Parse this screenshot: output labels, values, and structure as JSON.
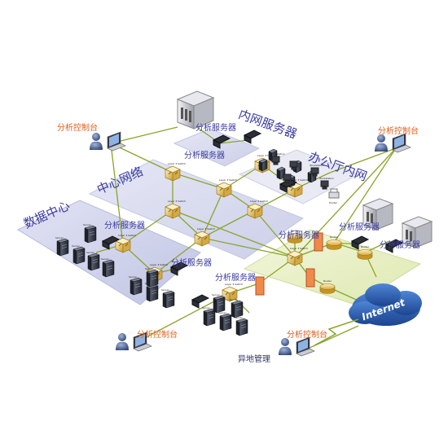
{
  "colors": {
    "link": "#8aa52a",
    "orange_label": "#e0601e",
    "region_label": "#3a3aa0",
    "zone_fill": "#c9cbe6",
    "zone_stroke": "#a9acd4",
    "switch": "#e3c86a",
    "router": "#e7c457",
    "firewall": "#f08a4b",
    "server": "#2e3340",
    "cloud": "#2b5fb0"
  },
  "labels": {
    "analysis_server": "分析服务器",
    "analysis_console": "分析控制台",
    "datacenter": "数据中心",
    "core_network": "中心网络",
    "intranet_server": "内网服务器",
    "office_lan": "办公厅内网",
    "remote_mgmt": "异地管理",
    "internet": "Internet"
  },
  "device_text": {
    "switch": "Layer 3 Switch",
    "server": "Server",
    "workstation": "Workstation",
    "printer": "Printer",
    "router": "Router"
  }
}
